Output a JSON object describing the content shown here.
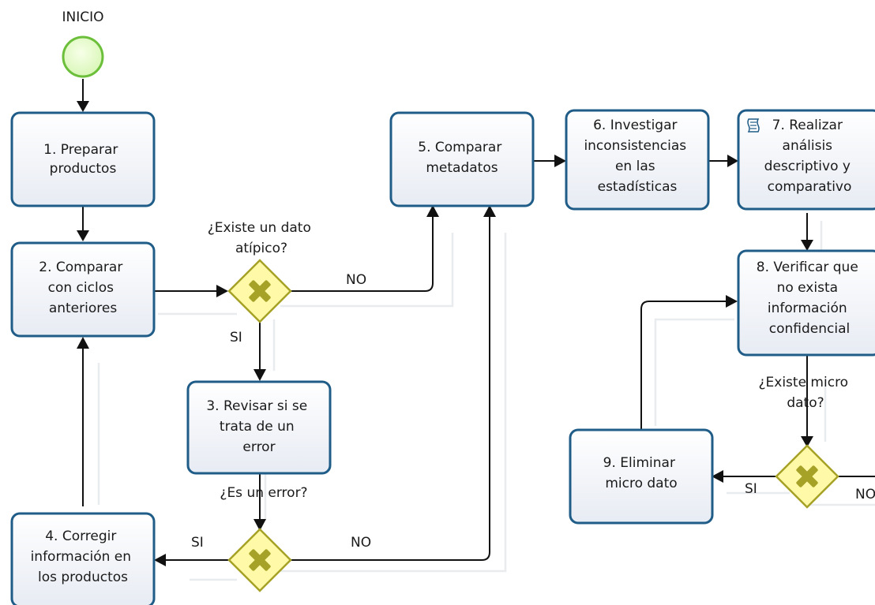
{
  "start_label": "INICIO",
  "tasks": {
    "t1": [
      "1. Preparar",
      "productos"
    ],
    "t2": [
      "2. Comparar",
      "con ciclos",
      "anteriores"
    ],
    "t3": [
      "3. Revisar si se",
      "trata de un",
      "error"
    ],
    "t4": [
      "4. Corregir",
      "información en",
      "los productos"
    ],
    "t5": [
      "5. Comparar",
      "metadatos"
    ],
    "t6": [
      "6. Investigar",
      "inconsistencias",
      "en las",
      "estadísticas"
    ],
    "t7": [
      "7. Realizar",
      "análisis",
      "descriptivo y",
      "comparativo"
    ],
    "t8": [
      "8. Verificar que",
      "no exista",
      "información",
      "confidencial"
    ],
    "t9": [
      "9. Eliminar",
      "micro dato"
    ]
  },
  "gateways": {
    "g1": [
      "¿Existe un dato",
      "atípico?"
    ],
    "g2": [
      "¿Es un error?"
    ],
    "g3": [
      "¿Existe micro",
      "dato?"
    ]
  },
  "flow_labels": {
    "g1_no": "NO",
    "g1_si": "SI",
    "g2_si": "SI",
    "g2_no": "NO",
    "g3_si": "SI",
    "g3_no": "NO"
  },
  "colors": {
    "task_border": "#1f5c87",
    "gateway_fill": "#fff9a8",
    "gateway_border": "#a6a227",
    "start_fill": "#d9f7b8",
    "start_border": "#6cbf3a"
  },
  "icons": {
    "t7": "script-task-icon"
  }
}
